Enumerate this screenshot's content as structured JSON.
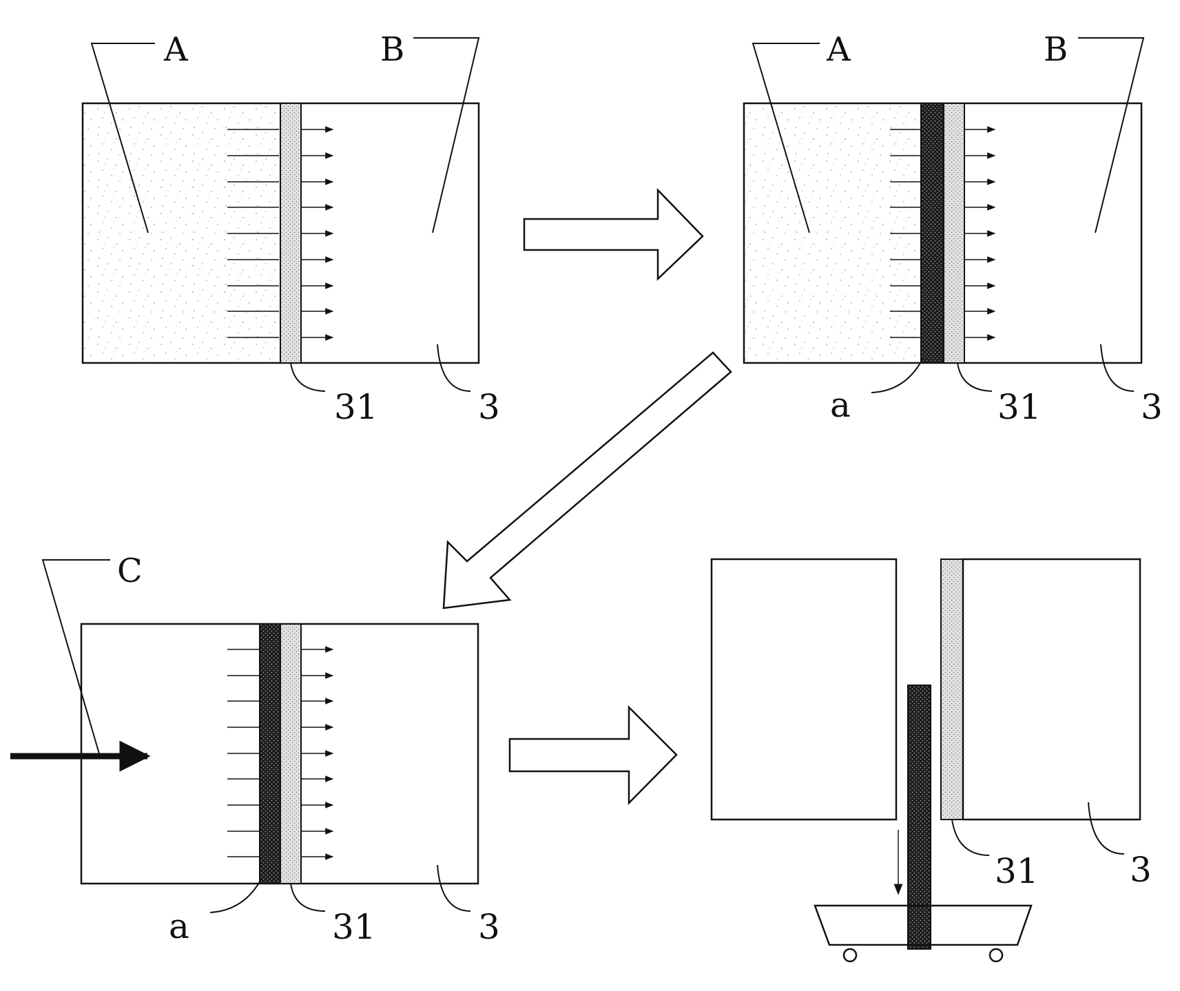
{
  "labels": {
    "region_a": "A",
    "region_b": "B",
    "region_c": "C",
    "membrane": "31",
    "vessel": "3",
    "deposit": "a"
  },
  "colors": {
    "line": "#111111",
    "background": "#ffffff"
  }
}
